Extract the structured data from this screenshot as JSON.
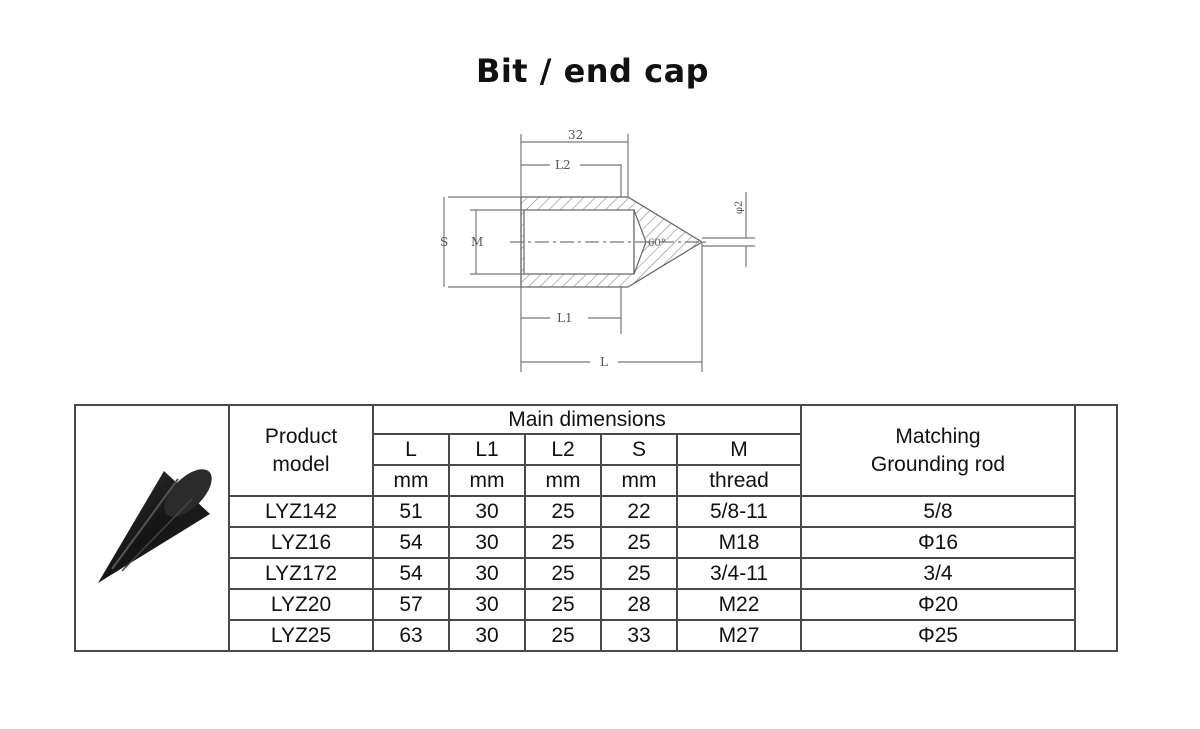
{
  "title": "Bit / end cap",
  "drawing": {
    "dim_32": "32",
    "dim_l2": "L2",
    "dim_l1": "L1",
    "dim_l": "L",
    "dim_s": "S",
    "dim_m": "M",
    "dim_phi2": "φ2",
    "dim_angle": "60°"
  },
  "table": {
    "header": {
      "product_model_line1": "Product",
      "product_model_line2": "model",
      "main_dimensions": "Main dimensions",
      "matching_line1": "Matching",
      "matching_line2": "Grounding rod",
      "columns": [
        {
          "name": "L",
          "unit": "mm"
        },
        {
          "name": "L1",
          "unit": "mm"
        },
        {
          "name": "L2",
          "unit": "mm"
        },
        {
          "name": "S",
          "unit": "mm"
        },
        {
          "name": "M",
          "unit": "thread"
        }
      ]
    },
    "rows": [
      {
        "model": "LYZ142",
        "L": "51",
        "L1": "30",
        "L2": "25",
        "S": "22",
        "M": "5/8-11",
        "rod": "5/8"
      },
      {
        "model": "LYZ16",
        "L": "54",
        "L1": "30",
        "L2": "25",
        "S": "25",
        "M": "M18",
        "rod": "Φ16"
      },
      {
        "model": "LYZ172",
        "L": "54",
        "L1": "30",
        "L2": "25",
        "S": "25",
        "M": "3/4-11",
        "rod": "3/4"
      },
      {
        "model": "LYZ20",
        "L": "57",
        "L1": "30",
        "L2": "25",
        "S": "28",
        "M": "M22",
        "rod": "Φ20"
      },
      {
        "model": "LYZ25",
        "L": "63",
        "L1": "30",
        "L2": "25",
        "S": "33",
        "M": "M27",
        "rod": "Φ25"
      }
    ]
  }
}
